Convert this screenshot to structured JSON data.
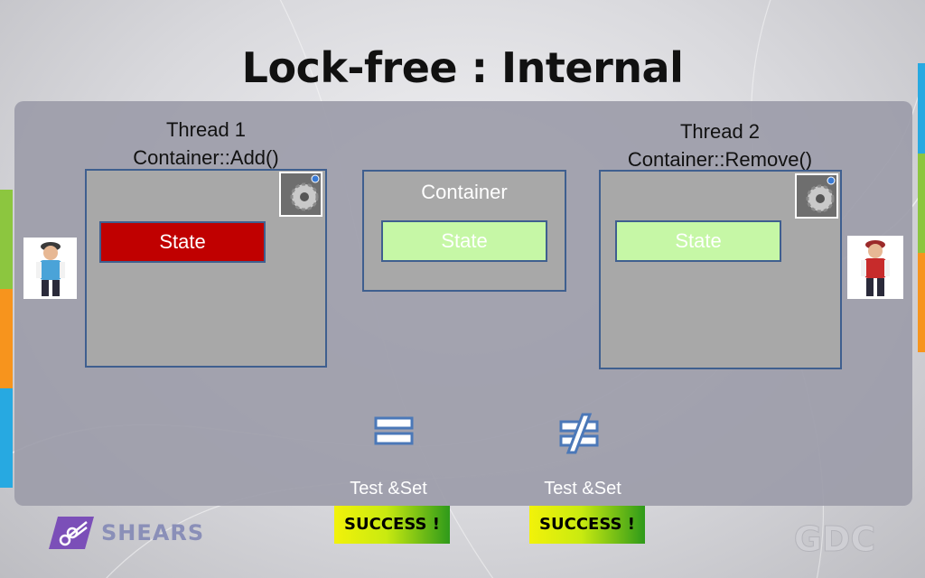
{
  "slide": {
    "title": "Lock-free : Internal"
  },
  "thread1": {
    "name": "Thread 1",
    "call": "Container::Add()",
    "state_label": "State"
  },
  "container": {
    "title": "Container",
    "state_label": "State"
  },
  "thread2": {
    "name": "Thread 2",
    "call": "Container::Remove()",
    "state_label": "State"
  },
  "compare": {
    "left": {
      "operator_icon": "equals-icon",
      "label": "Test &Set",
      "result": "SUCCESS !"
    },
    "right": {
      "operator_icon": "not-equal-icon",
      "label": "Test &Set",
      "result": "SUCCESS !"
    }
  },
  "branding": {
    "left_logo": "SHEARS",
    "right_logo": "GDC"
  },
  "colors": {
    "box_border": "#3f5f8f",
    "state_red": "#c00000",
    "state_green": "#c6f7a6",
    "operator": "#4b78b8"
  }
}
